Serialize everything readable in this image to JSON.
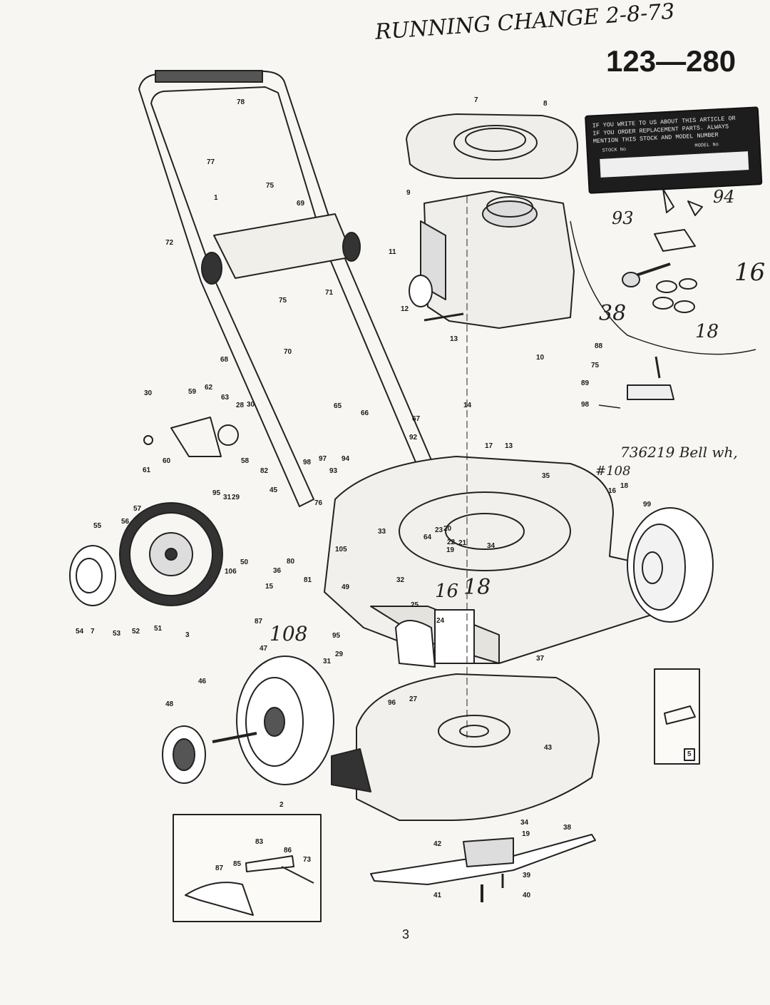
{
  "header": {
    "handwritten_note": "RUNNING CHANGE 2-8-73",
    "model_number": "123—280"
  },
  "nameplate": {
    "line1": "IF YOU WRITE TO US ABOUT THIS ARTICLE OR",
    "line2": "IF YOU ORDER REPLACEMENT PARTS. ALWAYS",
    "line3": "MENTION THIS STOCK AND MODEL NUMBER",
    "stock_label": "STOCK No",
    "model_label": "MODEL No"
  },
  "handwritten": {
    "h94": "94",
    "h93": "93",
    "h16a": "16",
    "h38": "38",
    "h18a": "18",
    "bell": "736219 Bell wh,",
    "h108a": "#108",
    "h16b": "16",
    "h18b": "18",
    "h108b": "108"
  },
  "callouts": [
    "78",
    "77",
    "75",
    "69",
    "1",
    "72",
    "71",
    "75",
    "70",
    "68",
    "7",
    "8",
    "9",
    "11",
    "12",
    "13",
    "10",
    "88",
    "75",
    "89",
    "98",
    "30",
    "59",
    "62",
    "63",
    "28",
    "30",
    "61",
    "60",
    "58",
    "65",
    "66",
    "67",
    "92",
    "14",
    "17",
    "13",
    "35",
    "82",
    "45",
    "98",
    "97",
    "94",
    "93",
    "16",
    "18",
    "99",
    "95",
    "31",
    "29",
    "55",
    "56",
    "57",
    "76",
    "33",
    "64",
    "20",
    "23",
    "22",
    "21",
    "19",
    "34",
    "80",
    "36",
    "81",
    "105",
    "15",
    "49",
    "32",
    "50",
    "106",
    "87",
    "54",
    "7",
    "53",
    "52",
    "51",
    "25",
    "24",
    "95",
    "31",
    "29",
    "96",
    "27",
    "37",
    "47",
    "46",
    "48",
    "83",
    "86",
    "73",
    "87",
    "85",
    "42",
    "34",
    "19",
    "38",
    "39",
    "41",
    "40",
    "43",
    "2",
    "3",
    "5"
  ],
  "page_number": "3"
}
